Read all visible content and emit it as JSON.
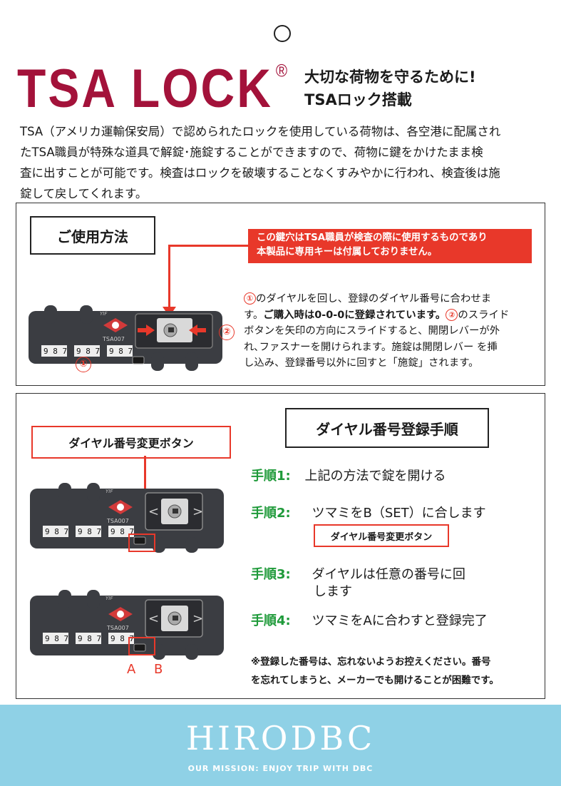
{
  "header": {
    "logo_text": "TSA LOCK",
    "logo_mark": "®",
    "headline_1": "大切な荷物を守るために!",
    "headline_2": "TSAロック搭載"
  },
  "intro": {
    "line_1": "TSA（アメリカ運輸保安局）で認められたロックを使用している荷物は、各空港に配属され",
    "line_2": "たTSA職員が特殊な道具で解錠･施錠することができますので、荷物に鍵をかけたまま検",
    "line_3": "査に出すことが可能です。検査はロックを破壊することなくすみやかに行われ、検査後は施",
    "line_4": "錠して戻してくれます。"
  },
  "usage": {
    "title": "ご使用方法",
    "notice_1": "この鍵穴はTSA職員が検査の際に使用するものであり",
    "notice_2": "本製品に専用キーは付属しておりません。",
    "marker_1": "①",
    "marker_2": "②",
    "desc_a": "のダイヤルを回し、登録のダイヤル番号に合わせま",
    "desc_b": "す。",
    "desc_bold": "ご購入時は0-0-0に登録されています。",
    "desc_c": "のスライド",
    "desc_d": "ボタンを矢印の方向にスライドすると、開閉レバーが外",
    "desc_e": "れ､ファスナーを開けられます。施錠は開閉レバー を挿",
    "desc_f": "し込み、登録番号以外に回すと「施錠」されます。"
  },
  "lock": {
    "brand": "YIF",
    "model": "TSA007",
    "dial_digits": [
      "9",
      "8",
      "7"
    ]
  },
  "register": {
    "title": "ダイヤル番号登録手順",
    "change_button_label": "ダイヤル番号変更ボタン",
    "steps": [
      {
        "label": "手順1:",
        "text": "上記の方法で錠を開ける"
      },
      {
        "label": "手順2:",
        "text": "ツマミをB（SET）に合します"
      },
      {
        "label": "手順3:",
        "text": "ダイヤルは任意の番号に回",
        "text2": "します"
      },
      {
        "label": "手順4:",
        "text": "ツマミをAに合わすと登録完了"
      }
    ],
    "small_label": "ダイヤル番号変更ボタン",
    "ab_label": "A B",
    "warn_1": "※登録した番号は、忘れないようお控えください。番号",
    "warn_2": "を忘れてしまうと、メーカーでも開けることが困難です。"
  },
  "footer": {
    "brand": "HIRODBC",
    "mission": "OUR MISSION: ENJOY TRIP WITH DBC"
  },
  "colors": {
    "logo": "#a3123a",
    "accent_red": "#e8382a",
    "step_green": "#1f9a3a",
    "footer_bg": "#8fd1e6",
    "lock_body": "#3b3d42"
  }
}
